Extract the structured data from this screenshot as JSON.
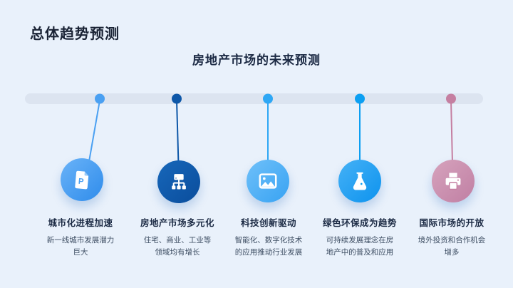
{
  "slide": {
    "title": "总体趋势预测",
    "subtitle": "房地产市场的未来预测",
    "background_color": "#e9f1fb",
    "title_color": "#1a2335",
    "timeline_bar_color": "#dce4f0",
    "item_title_color": "#1b2a44",
    "item_desc_color": "#3e4e63"
  },
  "timeline": {
    "items": [
      {
        "title": "城市化进程加速",
        "desc": "新一线城市发展潜力巨大",
        "icon": "file-p-icon",
        "colors": {
          "accent": "#4aa0f2",
          "circle_from": "#6ab3f8",
          "circle_to": "#2f8ceb"
        }
      },
      {
        "title": "房地产市场多元化",
        "desc": "住宅、商业、工业等领域均有增长",
        "icon": "sitemap-icon",
        "colors": {
          "accent": "#0d57a8",
          "circle_from": "#1767ba",
          "circle_to": "#0a4d9c"
        }
      },
      {
        "title": "科技创新驱动",
        "desc": "智能化、数字化技术的应用推动行业发展",
        "icon": "image-icon",
        "colors": {
          "accent": "#2ea7f5",
          "circle_from": "#6fc0f9",
          "circle_to": "#38a3f3"
        }
      },
      {
        "title": "绿色环保成为趋势",
        "desc": "可持续发展理念在房地产中的普及和应用",
        "icon": "flask-icon",
        "colors": {
          "accent": "#0c9ff2",
          "circle_from": "#45b1f6",
          "circle_to": "#0d93ee"
        }
      },
      {
        "title": "国际市场的开放",
        "desc": "境外投资和合作机会增多",
        "icon": "printer-icon",
        "colors": {
          "accent": "#c57fa1",
          "circle_from": "#d6a3bd",
          "circle_to": "#c07fa3"
        }
      }
    ]
  }
}
